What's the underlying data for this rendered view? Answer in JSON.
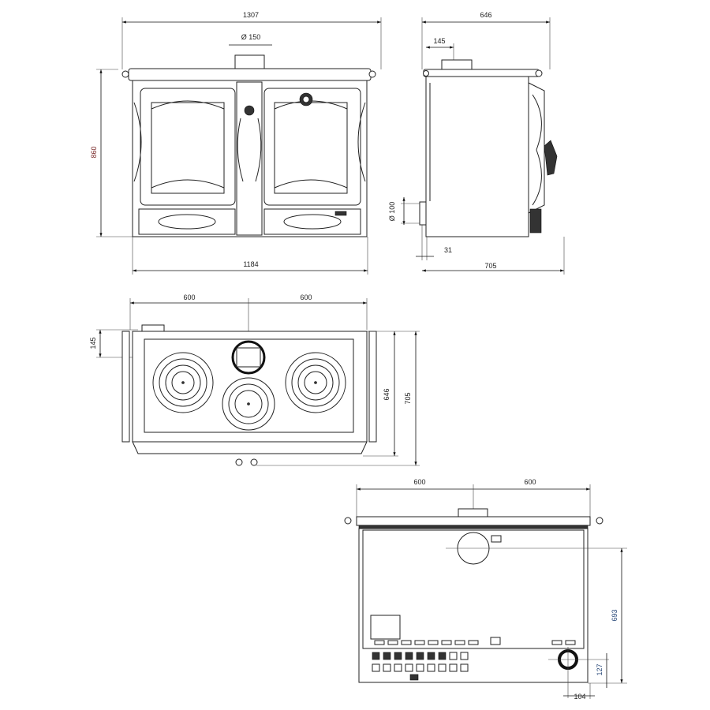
{
  "front_view": {
    "width_total": "1307",
    "flue_diameter": "Ø 150",
    "height": "860",
    "width_body": "1184"
  },
  "side_view": {
    "depth_top": "646",
    "flue_offset": "145",
    "outlet_diameter": "Ø 100",
    "outlet_offset": "31",
    "depth_total": "705"
  },
  "top_view": {
    "half_left": "600",
    "half_right": "600",
    "flue_offset": "145",
    "depth_body": "646",
    "depth_total": "705"
  },
  "back_view": {
    "half_left": "600",
    "half_right": "600",
    "flue_height": "693",
    "outlet_height": "127",
    "outlet_offset": "104"
  }
}
